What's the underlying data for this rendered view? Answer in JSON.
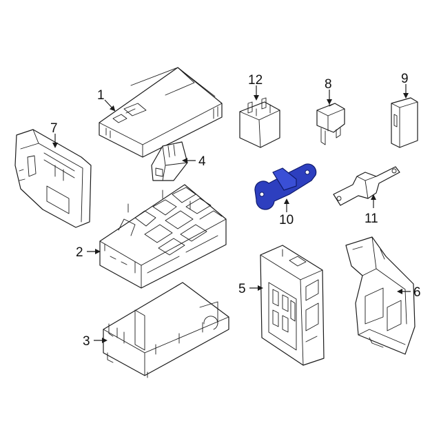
{
  "colors": {
    "line": "#1a1a1a",
    "highlight_fill": "#2d3fbf",
    "highlight_stroke": "#0f1a6b",
    "background": "#ffffff"
  },
  "callouts": {
    "c1": "1",
    "c2": "2",
    "c3": "3",
    "c4": "4",
    "c5": "5",
    "c6": "6",
    "c7": "7",
    "c8": "8",
    "c9": "9",
    "c10": "10",
    "c11": "11",
    "c12": "12"
  },
  "highlighted_part": "10"
}
